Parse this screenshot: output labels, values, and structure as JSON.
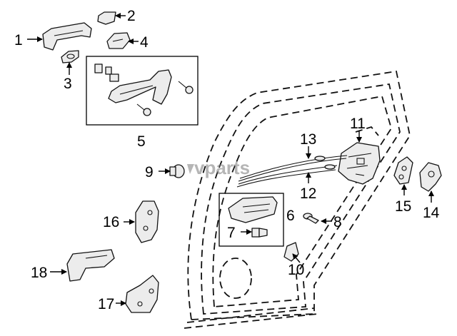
{
  "diagram": {
    "callouts": [
      "1",
      "2",
      "3",
      "4",
      "5",
      "6",
      "7",
      "8",
      "9",
      "10",
      "11",
      "12",
      "13",
      "14",
      "15",
      "16",
      "17",
      "18"
    ]
  },
  "watermark": {
    "text": "vparts"
  }
}
